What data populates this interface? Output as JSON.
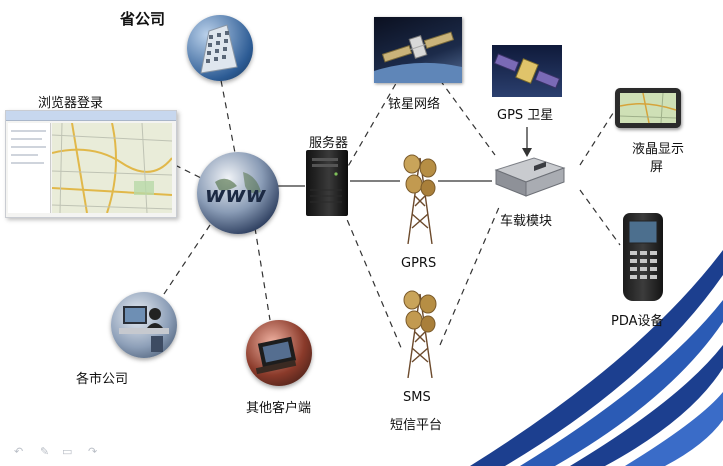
{
  "nodes": {
    "province": "省公司",
    "browser": "浏览器登录",
    "satellite_net": "铱星网络",
    "gps": "GPS 卫星",
    "server": "服务器",
    "lcd": [
      "液晶显示",
      "屏"
    ],
    "vehicle": "车载模块",
    "gprs": "GPRS",
    "pda": "PDA设备",
    "city": "各市公司",
    "other_client": "其他客户端",
    "sms": "SMS",
    "sms_platform": "短信平台",
    "www": "www"
  },
  "nav": {
    "prev": "↶",
    "pen": "✎",
    "menu": "▭",
    "next": "↷"
  }
}
